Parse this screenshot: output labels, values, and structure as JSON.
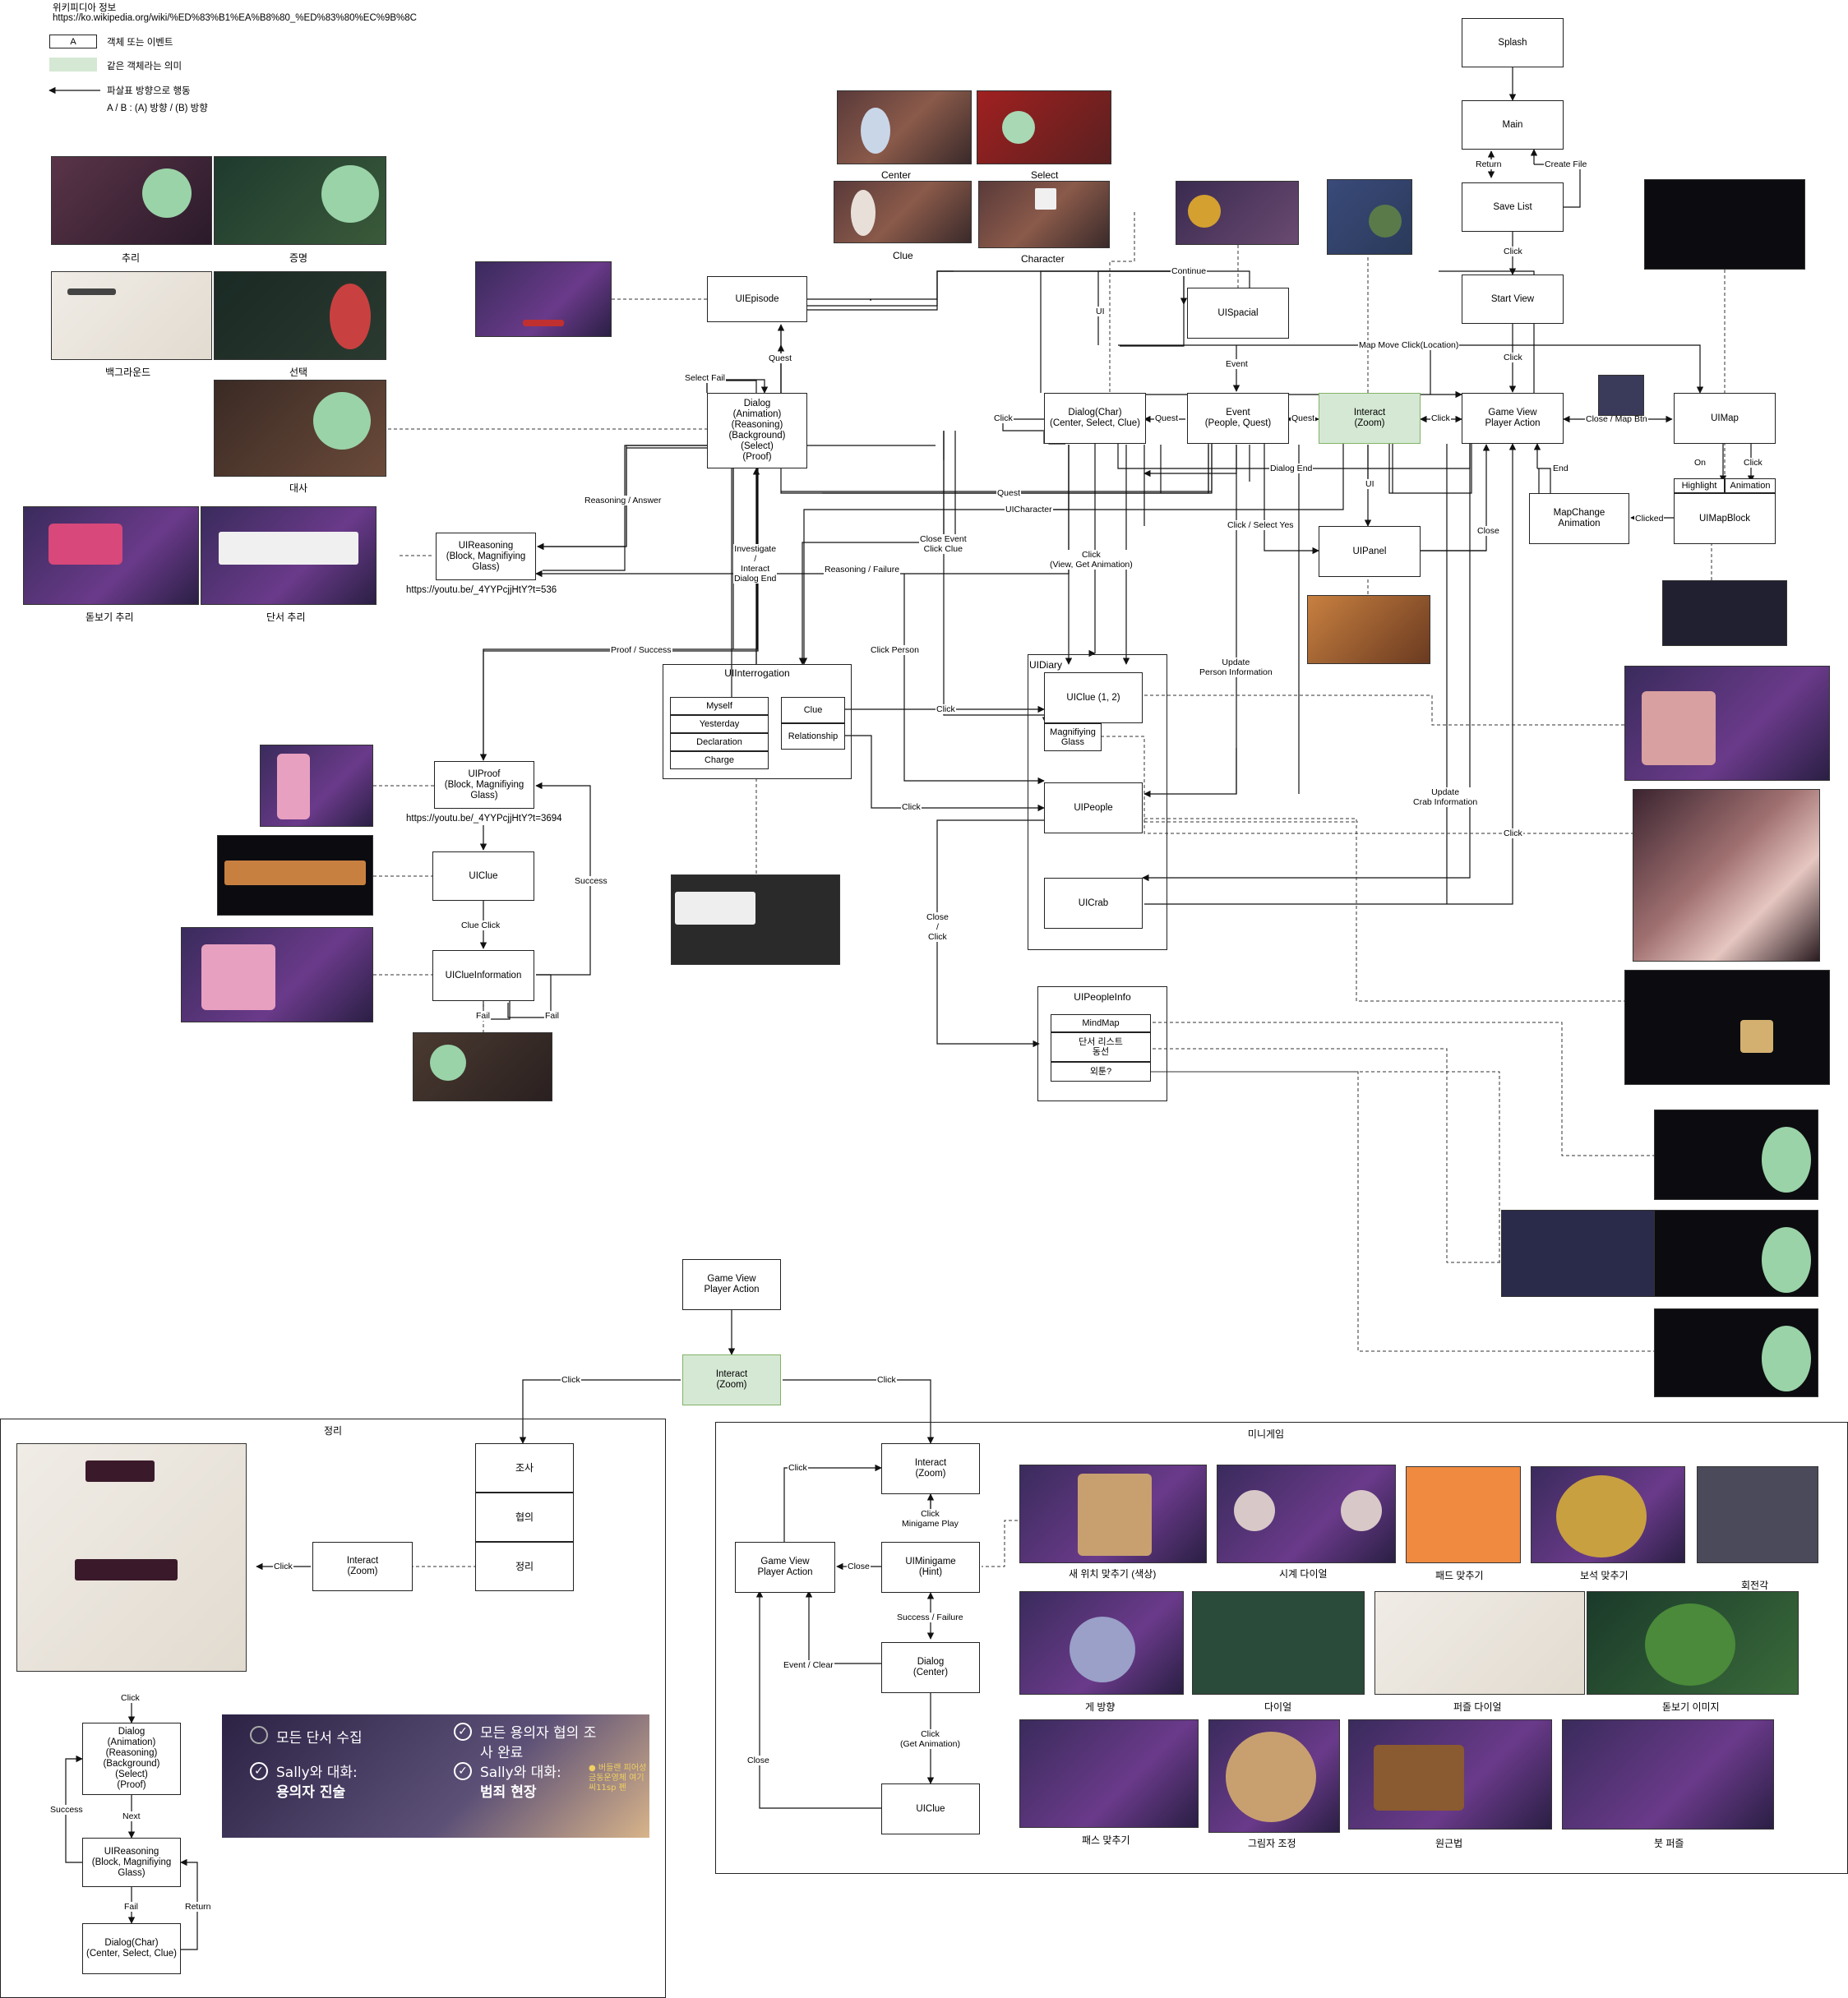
{
  "header": {
    "title": "위키피디아 정보",
    "url": "https://ko.wikipedia.org/wiki/%ED%83%B1%EA%B8%80_%ED%83%80%EC%9B%8C"
  },
  "legend": {
    "box_sample": "A",
    "box_text": "객체 또는 이벤트",
    "green_text": "같은 객체라는 의미",
    "arrow_text": "파살표 방향으로 행동",
    "ab_text": "A / B : (A) 방향 / (B) 방향"
  },
  "nodes": {
    "splash": "Splash",
    "main": "Main",
    "save_list": "Save List",
    "start_view": "Start View",
    "game_view": "Game View\nPlayer Action",
    "uimap": "UIMap",
    "highlight": "Highlight",
    "animation": "Animation",
    "uimapblock": "UIMapBlock",
    "mapchange": "MapChange\nAnimation",
    "interact": "Interact\n(Zoom)",
    "event": "Event\n(People, Quest)",
    "dialog_char": "Dialog(Char)\n(Center, Select, Clue)",
    "uispacial": "UISpacial",
    "uipanel": "UIPanel",
    "uiepisode": "UIEpisode",
    "dialog_main": "Dialog\n(Animation)\n(Reasoning)\n(Background)\n(Select)\n(Proof)",
    "uireasoning": "UIReasoning\n(Block, Magnifiying\nGlass)",
    "uiproof": "UIProof\n(Block, Magnifiying\nGlass)",
    "uiclue": "UIClue",
    "uiclueinfo": "UIClueInformation",
    "uiinterrogation": "UIInterrogation",
    "interro_items": [
      "Myself",
      "Yesterday",
      "Declaration",
      "Charge"
    ],
    "interro_clue": "Clue",
    "interro_relationship": "Relationship",
    "uidiary": "UIDiary",
    "uiclue12": "UIClue (1, 2)",
    "magnifying": "Magnifiying\nGlass",
    "uipeople": "UIPeople",
    "uicrab": "UICrab",
    "uipeopleinfo": "UIPeopleInfo",
    "people_items": [
      "MindMap",
      "단서 리스트\n동선",
      "외툰?"
    ],
    "gv2": "Game View\nPlayer Action",
    "interact2": "Interact\n(Zoom)",
    "left_cells": [
      "조사",
      "협의",
      "정리"
    ],
    "interact3": "Interact\n(Zoom)",
    "dialog3": "Dialog\n(Animation)\n(Reasoning)\n(Background)\n(Select)\n(Proof)",
    "uireasoning3": "UIReasoning\n(Block, Magnifiying\nGlass)",
    "dialogchar3": "Dialog(Char)\n(Center, Select, Clue)",
    "mg_interact": "Interact\n(Zoom)",
    "mg_uiminigame": "UIMinigame\n(Hint)",
    "mg_dialog": "Dialog\n(Center)",
    "mg_uiclue": "UIClue",
    "mg_gameview": "Game View\nPlayer Action"
  },
  "groups": {
    "left_group_title": "정리",
    "minigame_title": "미니게임"
  },
  "edge_labels": {
    "return": "Return",
    "create_file": "Create File",
    "click": "Click",
    "continue": "Continue",
    "ui": "UI",
    "event": "Event",
    "map_move": "Map Move Click(Location)",
    "quest": "Quest",
    "close_map_btn": "Close / Map Btn",
    "on": "On",
    "end": "End",
    "clicked": "Clicked",
    "dialog_end": "Dialog End",
    "uicharacter": "UICharacter",
    "click_select_yes": "Click / Select Yes",
    "close": "Close",
    "select_fail": "Select Fail",
    "reasoning_answer": "Reasoning / Answer",
    "investigate": "Investigate\n/\nInteract\nDialog End",
    "close_event": "Close Event\nClick Clue",
    "reasoning_failure": "Reasoning / Failure",
    "click_view": "Click\n(View, Get Animation)",
    "click_person": "Click Person",
    "proof_success": "Proof / Success",
    "update_person": "Update\nPerson Information",
    "update_crab": "Update\nCrab Information",
    "clue_click": "Clue Click",
    "success": "Success",
    "fail": "Fail",
    "close_click": "Close\n/\nClick",
    "next": "Next",
    "minigame_play": "Click\nMinigame Play",
    "success_failure": "Success / Failure",
    "event_clear": "Event / Clear",
    "click_get_anim": "Click\n(Get Animation)"
  },
  "urls": {
    "reasoning_video": "https://youtu.be/_4YYPcjjHtY?t=536",
    "proof_video": "https://youtu.be/_4YYPcjjHtY?t=3694"
  },
  "captions": {
    "center": "Center",
    "select": "Select",
    "clue": "Clue",
    "character": "Character",
    "chuli": "추리",
    "jeungmyeong": "증명",
    "background": "백그라운드",
    "seontaek": "선택",
    "daesa": "대사",
    "magnifier_reasoning": "돋보기 추리",
    "block_reasoning": "단서 추리"
  },
  "minigame_captions": [
    "새 위치 맞추기 (색상)",
    "시계 다이얼",
    "패드 맞추기",
    "보석 맞추기",
    "회전각",
    "게 방향",
    "다이얼",
    "퍼즐 다이얼",
    "돋보기 이미지",
    "패스 맞추기",
    "그림자 조정",
    "원근법",
    "붓 퍼즐"
  ],
  "banner": {
    "item1": "모든 단서 수집",
    "item2": "Sally와 대화:",
    "item2b": "용의자 진술",
    "item3": "모든 용의자 협의 조",
    "item3b": "사 완료",
    "item4": "Sally와 대화:",
    "item4b": "범죄 현장",
    "side": "● 버들랜 피어성\n금동운영체 여기\n씨11sp 펜"
  }
}
